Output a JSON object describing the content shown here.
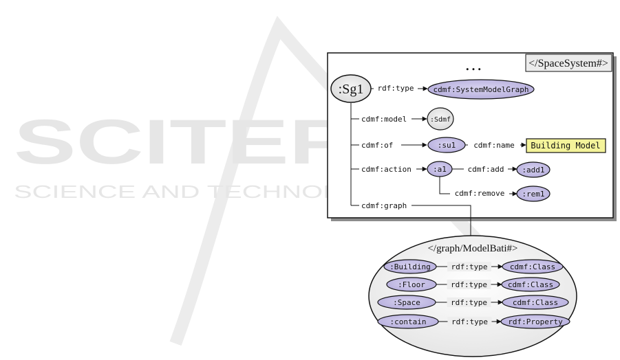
{
  "watermark": {
    "line1": "SCITEPRESS",
    "line2": "SCIENCE AND TECHNOLOGY PUBLICATIONS"
  },
  "colors": {
    "node_fill": "#c4bee6",
    "node_stroke": "#1a1a1a",
    "literal_fill": "#f4f39a",
    "watermark": "#e6e6e6",
    "frame_shadow": "#8c8c8c"
  },
  "space_system": {
    "frame_label": "</SpaceSystem#>",
    "ellipsis": "…",
    "nodes": {
      "sg1": ":Sg1",
      "system_model_graph": "cdmf:SystemModelGraph",
      "sdmf": ":Sdmf",
      "su1": ":su1",
      "building_model": "Building Model",
      "a1": ":a1",
      "add1": ":add1",
      "rem1": ":rem1"
    },
    "edges": {
      "type": "rdf:type",
      "model": "cdmf:model",
      "of": "cdmf:of",
      "name": "cdmf:name",
      "action": "cdmf:action",
      "add": "cdmf:add",
      "remove": "cdmf:remove",
      "graph": "cdmf:graph"
    }
  },
  "model_bati": {
    "frame_label": "</graph/ModelBati#>",
    "rows": [
      {
        "subject": ":Building",
        "predicate": "rdf:type",
        "object": "cdmf:Class"
      },
      {
        "subject": ":Floor",
        "predicate": "rdf:type",
        "object": "cdmf:Class"
      },
      {
        "subject": ":Space",
        "predicate": "rdf:type",
        "object": "cdmf:Class"
      },
      {
        "subject": ":contain",
        "predicate": "rdf:type",
        "object": "rdf:Property"
      }
    ]
  }
}
